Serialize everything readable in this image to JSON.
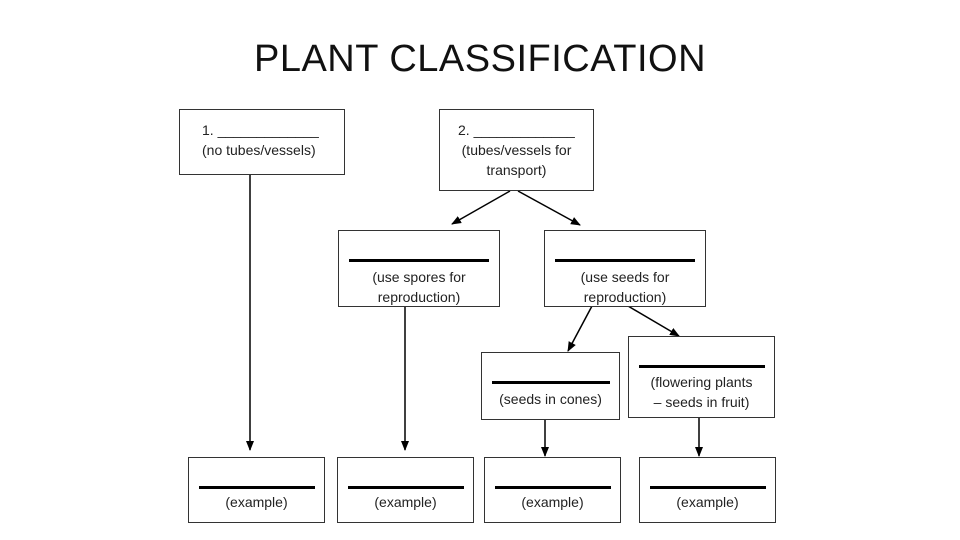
{
  "title": "PLANT CLASSIFICATION",
  "boxes": {
    "nonvascular": {
      "label": "1. _____________",
      "desc": "(no tubes/vessels)"
    },
    "vascular": {
      "label": "2. _____________",
      "desc_line1": "(tubes/vessels for",
      "desc_line2": "transport)"
    },
    "spores": {
      "desc_line1": "(use spores for",
      "desc_line2": "reproduction)"
    },
    "seeds": {
      "desc_line1": "(use seeds for",
      "desc_line2": "reproduction)"
    },
    "cones": {
      "desc": "(seeds in cones)"
    },
    "flowering": {
      "desc_line1": "(flowering plants",
      "desc_line2": "– seeds in fruit)"
    },
    "examples": [
      "(example)",
      "(example)",
      "(example)",
      "(example)"
    ]
  },
  "colors": {
    "line": "#000000",
    "border": "#333333"
  }
}
